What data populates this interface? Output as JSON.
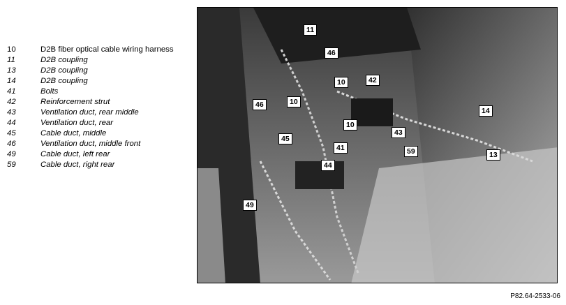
{
  "legend": [
    {
      "num": "10",
      "text": "D2B fiber optical cable wiring harness",
      "italic": false
    },
    {
      "num": "11",
      "text": "D2B coupling",
      "italic": true
    },
    {
      "num": "13",
      "text": "D2B coupling",
      "italic": true
    },
    {
      "num": "14",
      "text": "D2B coupling",
      "italic": true
    },
    {
      "num": "41",
      "text": "Bolts",
      "italic": true
    },
    {
      "num": "42",
      "text": "Reinforcement strut",
      "italic": true
    },
    {
      "num": "43",
      "text": "Ventilation duct, rear middle",
      "italic": true
    },
    {
      "num": "44",
      "text": "Ventilation duct, rear",
      "italic": true
    },
    {
      "num": "45",
      "text": "Cable duct, middle",
      "italic": true
    },
    {
      "num": "46",
      "text": "Ventilation duct, middle front",
      "italic": true
    },
    {
      "num": "49",
      "text": "Cable duct, left rear",
      "italic": true
    },
    {
      "num": "59",
      "text": "Cable duct, right rear",
      "italic": true
    }
  ],
  "callouts": [
    "11",
    "46",
    "10",
    "42",
    "46",
    "10",
    "10",
    "14",
    "45",
    "43",
    "41",
    "59",
    "13",
    "44",
    "49"
  ],
  "figure_ref": "P82.64-2533-06"
}
